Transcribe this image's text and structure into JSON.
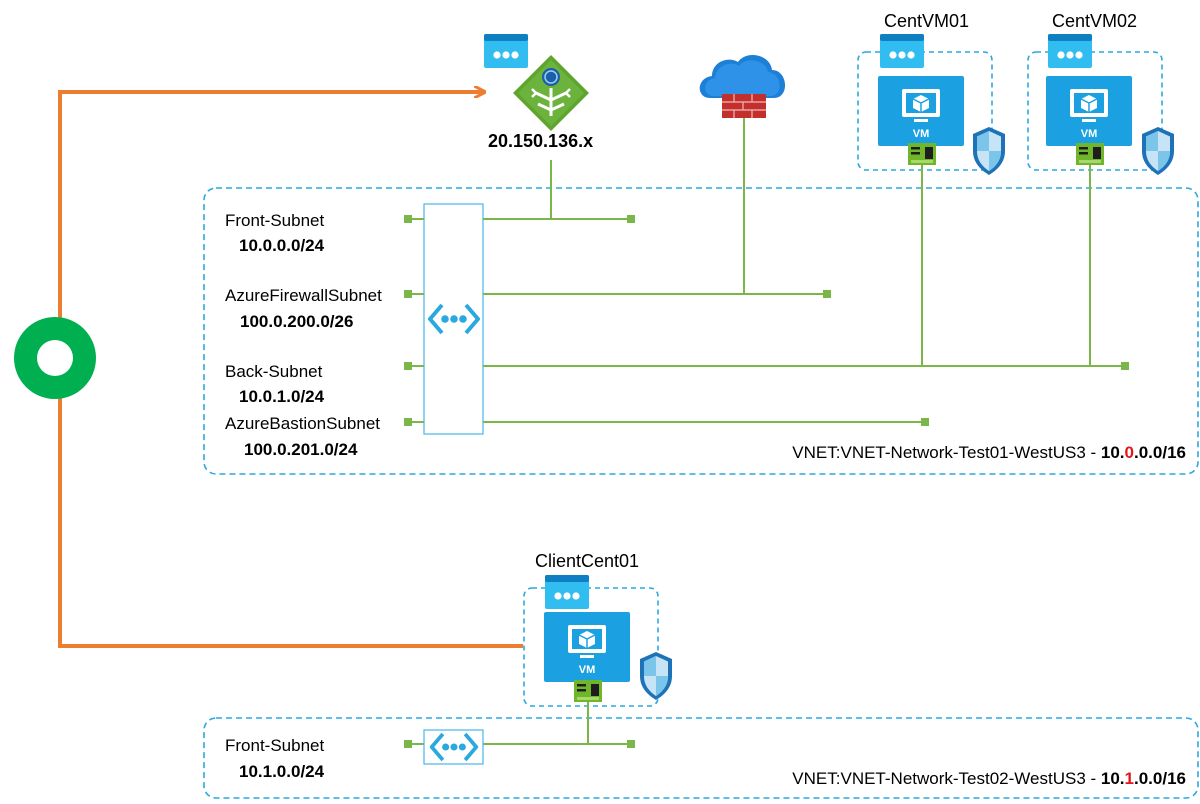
{
  "public_ip": "20.150.136.x",
  "vnet1": {
    "name": "VNET:VNET-Network-Test01-WestUS3",
    "sep": " - ",
    "cidr_pre": "10.",
    "cidr_hl": "0",
    "cidr_post": ".0.0/16",
    "subnets": [
      {
        "name": "Front-Subnet",
        "cidr": "10.0.0.0/24"
      },
      {
        "name": "AzureFirewallSubnet",
        "cidr": "100.0.200.0/26"
      },
      {
        "name": "Back-Subnet",
        "cidr": "10.0.1.0/24"
      },
      {
        "name": "AzureBastionSubnet",
        "cidr": "100.0.201.0/24"
      }
    ]
  },
  "vnet2": {
    "name": "VNET:VNET-Network-Test02-WestUS3",
    "sep": " - ",
    "cidr_pre": "10.",
    "cidr_hl": "1",
    "cidr_post": ".0.0/16",
    "subnets": [
      {
        "name": "Front-Subnet",
        "cidr": "10.1.0.0/24"
      }
    ]
  },
  "vms": [
    {
      "name": "CentVM01",
      "badge": "VM"
    },
    {
      "name": "CentVM02",
      "badge": "VM"
    },
    {
      "name": "ClientCent01",
      "badge": "VM"
    }
  ],
  "colors": {
    "line_green": "#7ab648",
    "dashed_blue": "#2aa8e0",
    "arrow_orange": "#ed7d31",
    "ring_green": "#00b050",
    "azure_blue": "#1ba1e2",
    "highlight_red": "#e3161b"
  },
  "icons": [
    "window-icon",
    "application-gateway-icon",
    "firewall-cloud-icon",
    "virtual-machine-icon",
    "nic-icon",
    "shield-icon",
    "vnet-icon",
    "ring-icon",
    "arrow-icon"
  ]
}
